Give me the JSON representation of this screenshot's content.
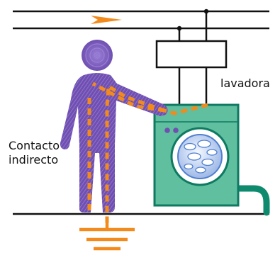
{
  "labels": {
    "appliance": "lavadora",
    "contact_line1": "Contacto",
    "contact_line2": "indirecto"
  },
  "colors": {
    "line": "#111111",
    "current_arrow": "#f28a1c",
    "fault_path": "#f28a1c",
    "ground": "#f28a1c",
    "person": "#6f4fb0",
    "person_stripe": "#9a7fd6",
    "washer_body": "#5fbf9f",
    "washer_outline": "#0e7a62",
    "washer_pipe": "#0e8a6e",
    "drum": "#dbe9f5",
    "water": "#4f7fd0",
    "knobs": "#6f4fb0"
  },
  "icons": {
    "person": "person-icon",
    "appliance": "washing-machine-icon",
    "ground": "ground-symbol-icon",
    "arrow": "current-direction-arrow-icon"
  }
}
